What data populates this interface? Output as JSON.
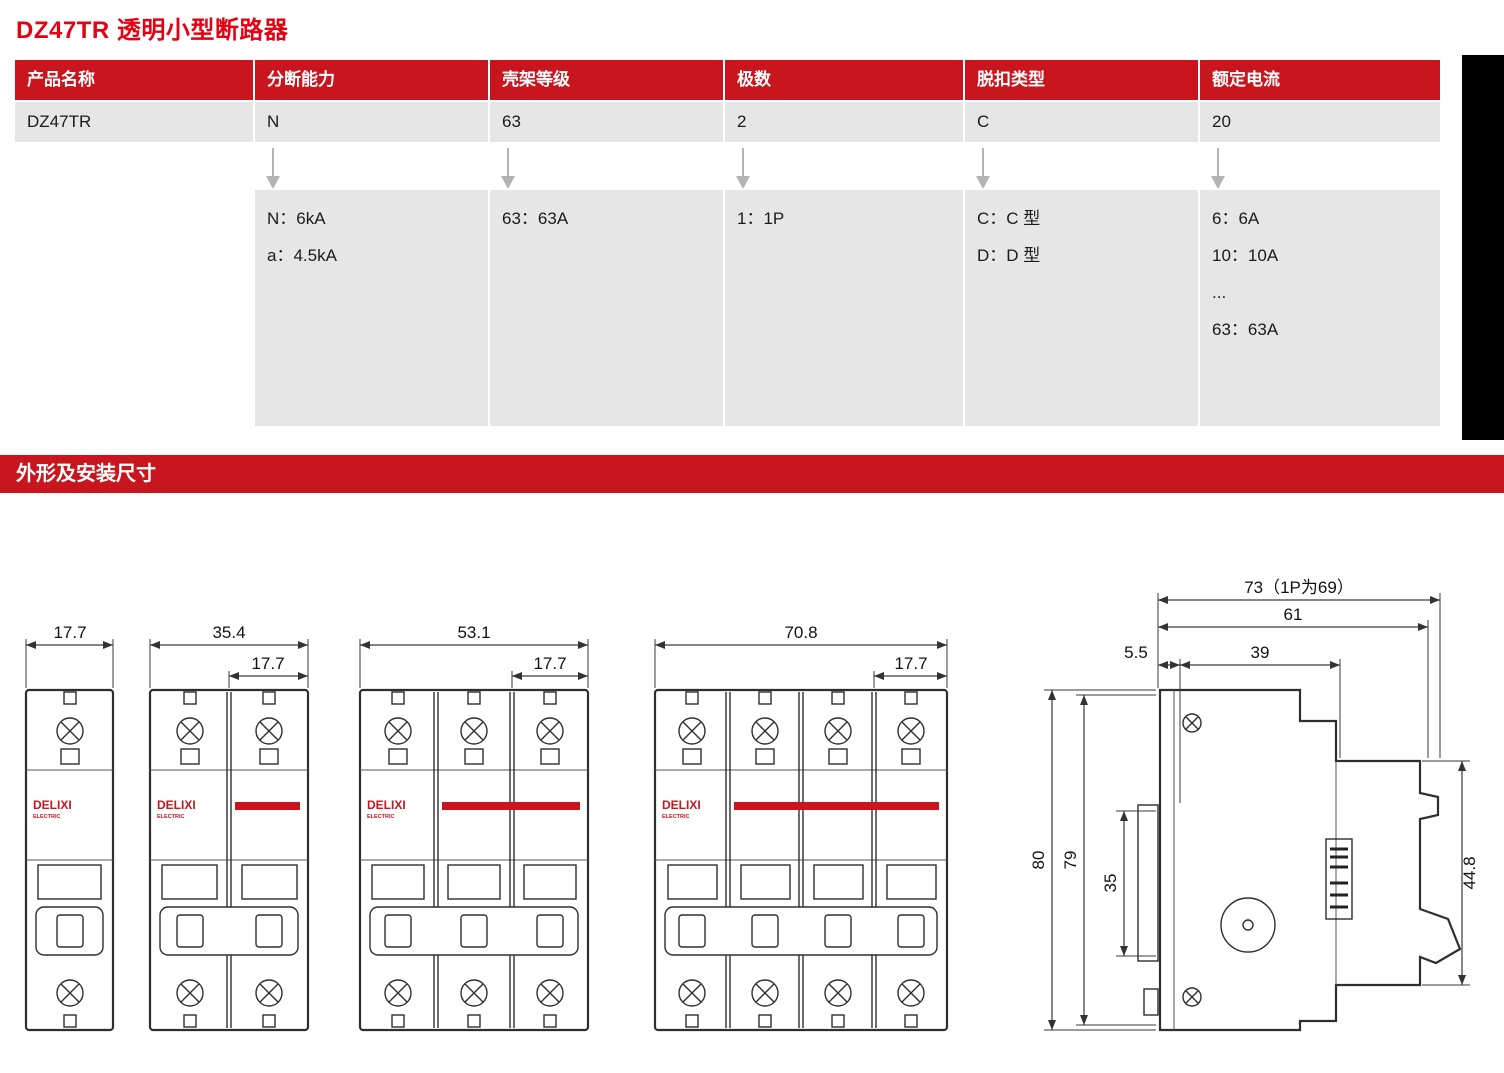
{
  "colors": {
    "accent_red": "#c9161e",
    "title_red": "#e50012",
    "cell_gray": "#e6e6e6",
    "line_dark": "#2e2e2e"
  },
  "header": {
    "title": "DZ47TR 透明小型断路器"
  },
  "selection_table": {
    "columns": [
      {
        "header": "产品名称",
        "value": "DZ47TR",
        "options": []
      },
      {
        "header": "分断能力",
        "value": "N",
        "options": [
          "N：6kA",
          "a：4.5kA"
        ]
      },
      {
        "header": "壳架等级",
        "value": "63",
        "options": [
          "63：63A"
        ]
      },
      {
        "header": "极数",
        "value": "2",
        "options": [
          "1：1P"
        ]
      },
      {
        "header": "脱扣类型",
        "value": "C",
        "options": [
          "C：C 型",
          "D：D 型"
        ]
      },
      {
        "header": "额定电流",
        "value": "20",
        "options": [
          "6：6A",
          "10：10A",
          "...",
          "63：63A"
        ]
      }
    ]
  },
  "sections": {
    "dimensions": "外形及安装尺寸"
  },
  "brand": {
    "name": "DELIXI",
    "sub": "ELECTRIC"
  },
  "dimensions": {
    "p1": {
      "width": "17.7"
    },
    "p2": {
      "width": "35.4",
      "module": "17.7"
    },
    "p3": {
      "width": "53.1",
      "module": "17.7"
    },
    "p4": {
      "width": "70.8",
      "module": "17.7"
    },
    "side": {
      "depth_total": "73（1P为69）",
      "depth_body": "61",
      "rail_offset": "5.5",
      "depth_front": "39",
      "height_total": "80",
      "height_body": "79",
      "rail_height": "35",
      "front_height": "44.8"
    }
  }
}
